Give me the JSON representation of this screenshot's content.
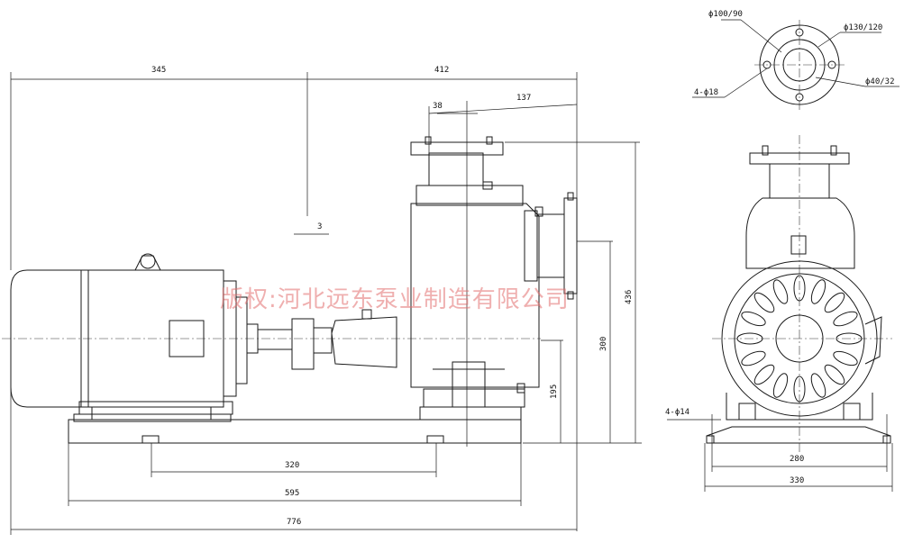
{
  "watermark": "版权:河北远东泵业制造有限公司",
  "dimensions": {
    "d345": "345",
    "d412": "412",
    "d38": "38",
    "d137": "137",
    "d3": "3",
    "d436": "436",
    "d300": "300",
    "d195": "195",
    "d320": "320",
    "d595": "595",
    "d776": "776",
    "d280": "280",
    "d330": "330",
    "holes_base": "4-ϕ14"
  },
  "flange_callouts": {
    "c1": "ϕ100/90",
    "c2": "ϕ130/120",
    "c3": "4-ϕ18",
    "c4": "ϕ40/32"
  }
}
